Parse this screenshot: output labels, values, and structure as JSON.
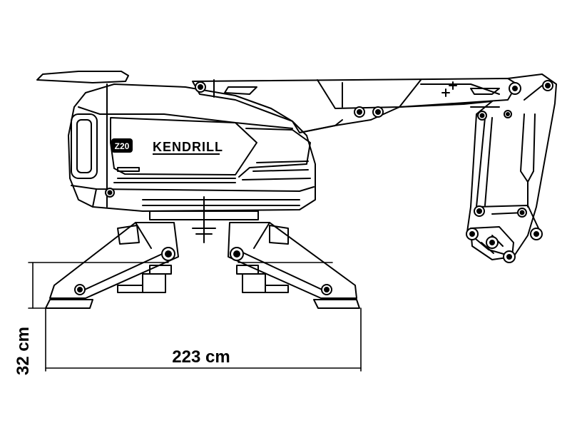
{
  "machine": {
    "brand_name": "KENDRILL",
    "model_badge": "Z20"
  },
  "dimensions": {
    "height_label": "32 cm",
    "width_label": "223 cm"
  },
  "colors": {
    "line": "#000000",
    "background": "#ffffff",
    "badge_fill": "#000000"
  }
}
